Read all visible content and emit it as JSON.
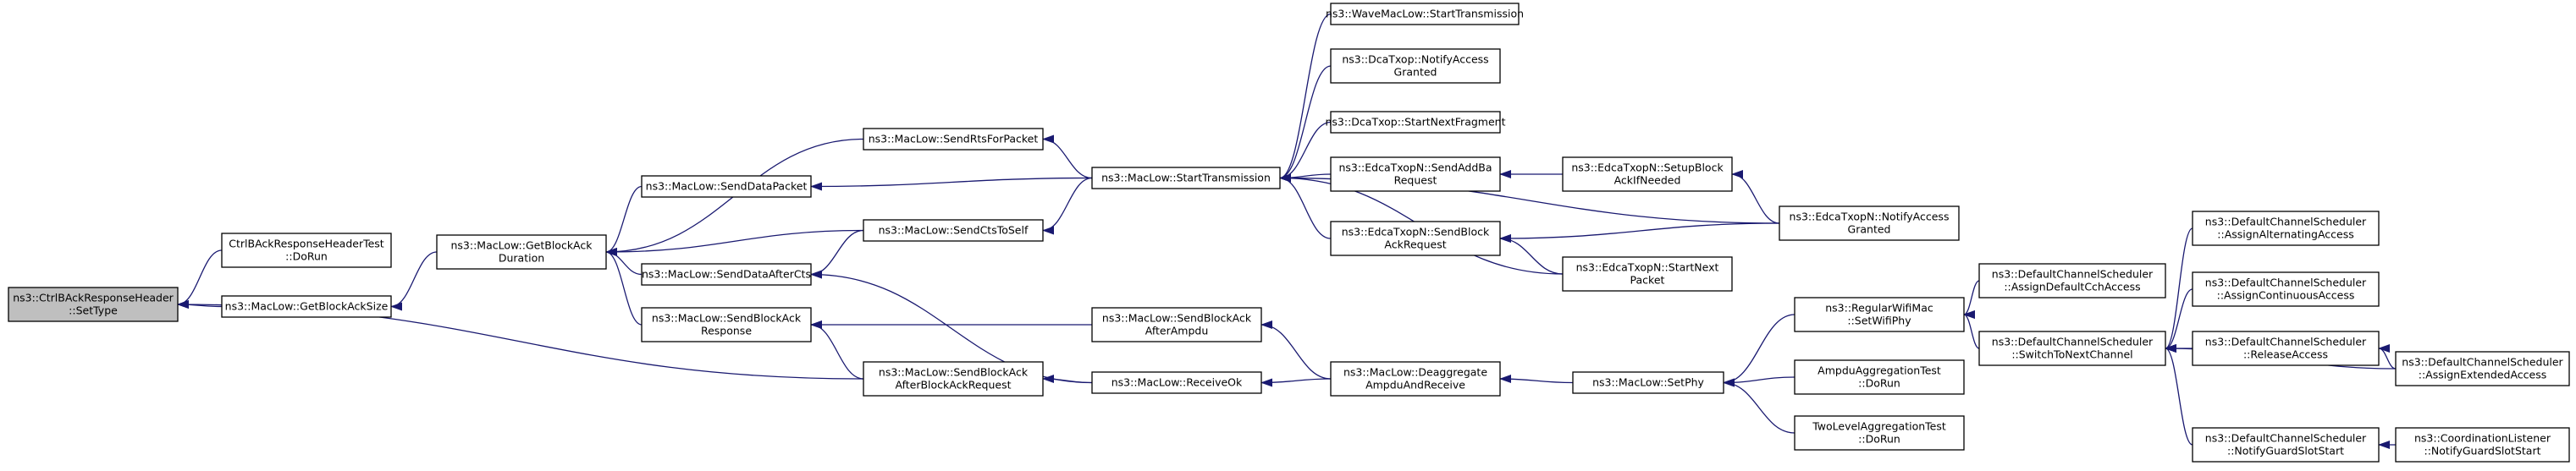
{
  "colors": {
    "edge": "#191970",
    "root_fill": "#bfbfbf",
    "node_fill": "#ffffff",
    "border": "#000000"
  },
  "nodes": {
    "settype": [
      "ns3::CtrlBAckResponseHeader",
      "::SetType"
    ],
    "ctrltest": [
      "CtrlBAckResponseHeaderTest",
      "::DoRun"
    ],
    "getbaksize": [
      "ns3::MacLow::GetBlockAckSize"
    ],
    "getbakdur": [
      "ns3::MacLow::GetBlockAck",
      "Duration"
    ],
    "senddatapacket": [
      "ns3::MacLow::SendDataPacket"
    ],
    "senddataaftercts": [
      "ns3::MacLow::SendDataAfterCts"
    ],
    "sendbakresp": [
      "ns3::MacLow::SendBlockAck",
      "Response"
    ],
    "sendrts": [
      "ns3::MacLow::SendRtsForPacket"
    ],
    "sendcts": [
      "ns3::MacLow::SendCtsToSelf"
    ],
    "sendbakafterreq": [
      "ns3::MacLow::SendBlockAck",
      "AfterBlockAckRequest"
    ],
    "sendbakafterampdu": [
      "ns3::MacLow::SendBlockAck",
      "AfterAmpdu"
    ],
    "receiveok": [
      "ns3::MacLow::ReceiveOk"
    ],
    "starttx": [
      "ns3::MacLow::StartTransmission"
    ],
    "deaggregate": [
      "ns3::MacLow::Deaggregate",
      "AmpduAndReceive"
    ],
    "wavestart": [
      "ns3::WaveMacLow::StartTransmission"
    ],
    "dcanotify": [
      "ns3::DcaTxop::NotifyAccess",
      "Granted"
    ],
    "dcanext": [
      "ns3::DcaTxop::StartNextFragment"
    ],
    "edcaaddba": [
      "ns3::EdcaTxopN::SendAddBa",
      "Request"
    ],
    "edcabar": [
      "ns3::EdcaTxopN::SendBlock",
      "AckRequest"
    ],
    "edcasetup": [
      "ns3::EdcaTxopN::SetupBlock",
      "AckIfNeeded"
    ],
    "edcastartnext": [
      "ns3::EdcaTxopN::StartNext",
      "Packet"
    ],
    "edcanotify": [
      "ns3::EdcaTxopN::NotifyAccess",
      "Granted"
    ],
    "setphy": [
      "ns3::MacLow::SetPhy"
    ],
    "regularwifi": [
      "ns3::RegularWifiMac",
      "::SetWifiPhy"
    ],
    "ampdutest": [
      "AmpduAggregationTest",
      "::DoRun"
    ],
    "twoleveltest": [
      "TwoLevelAggregationTest",
      "::DoRun"
    ],
    "dcsassigndefault": [
      "ns3::DefaultChannelScheduler",
      "::AssignDefaultCchAccess"
    ],
    "dcsswitch": [
      "ns3::DefaultChannelScheduler",
      "::SwitchToNextChannel"
    ],
    "dcsalternating": [
      "ns3::DefaultChannelScheduler",
      "::AssignAlternatingAccess"
    ],
    "dcscontinuous": [
      "ns3::DefaultChannelScheduler",
      "::AssignContinuousAccess"
    ],
    "dcsrelease": [
      "ns3::DefaultChannelScheduler",
      "::ReleaseAccess"
    ],
    "dcsextended": [
      "ns3::DefaultChannelScheduler",
      "::AssignExtendedAccess"
    ],
    "dcsguard": [
      "ns3::DefaultChannelScheduler",
      "::NotifyGuardSlotStart"
    ],
    "coordguard": [
      "ns3::CoordinationListener",
      "::NotifyGuardSlotStart"
    ]
  },
  "edges": [
    [
      "ctrltest",
      "settype"
    ],
    [
      "getbaksize",
      "settype"
    ],
    [
      "sendbakafterreq",
      "settype"
    ],
    [
      "getbakdur",
      "getbaksize"
    ],
    [
      "senddatapacket",
      "getbakdur"
    ],
    [
      "senddataaftercts",
      "getbakdur"
    ],
    [
      "sendbakresp",
      "getbakdur"
    ],
    [
      "sendrts",
      "getbakdur"
    ],
    [
      "sendcts",
      "getbakdur"
    ],
    [
      "receiveok",
      "senddataaftercts"
    ],
    [
      "sendcts",
      "senddataaftercts"
    ],
    [
      "sendbakafterampdu",
      "sendbakresp"
    ],
    [
      "sendbakafterreq",
      "sendbakresp"
    ],
    [
      "starttx",
      "sendrts"
    ],
    [
      "starttx",
      "senddatapacket"
    ],
    [
      "starttx",
      "sendcts"
    ],
    [
      "receiveok",
      "sendbakafterreq"
    ],
    [
      "deaggregate",
      "sendbakafterampdu"
    ],
    [
      "deaggregate",
      "receiveok"
    ],
    [
      "wavestart",
      "starttx"
    ],
    [
      "dcanotify",
      "starttx"
    ],
    [
      "dcanext",
      "starttx"
    ],
    [
      "edcaaddba",
      "starttx"
    ],
    [
      "edcabar",
      "starttx"
    ],
    [
      "edcastartnext",
      "starttx"
    ],
    [
      "edcanotify",
      "starttx"
    ],
    [
      "edcasetup",
      "edcaaddba"
    ],
    [
      "edcanotify",
      "edcabar"
    ],
    [
      "edcastartnext",
      "edcabar"
    ],
    [
      "edcanotify",
      "edcasetup"
    ],
    [
      "setphy",
      "deaggregate"
    ],
    [
      "regularwifi",
      "setphy"
    ],
    [
      "ampdutest",
      "setphy"
    ],
    [
      "twoleveltest",
      "setphy"
    ],
    [
      "dcsassigndefault",
      "regularwifi"
    ],
    [
      "dcsswitch",
      "regularwifi"
    ],
    [
      "dcsalternating",
      "dcsswitch"
    ],
    [
      "dcscontinuous",
      "dcsswitch"
    ],
    [
      "dcsrelease",
      "dcsswitch"
    ],
    [
      "dcsextended",
      "dcsswitch"
    ],
    [
      "dcsguard",
      "dcsswitch"
    ],
    [
      "dcsextended",
      "dcsrelease"
    ],
    [
      "coordguard",
      "dcsguard"
    ]
  ]
}
